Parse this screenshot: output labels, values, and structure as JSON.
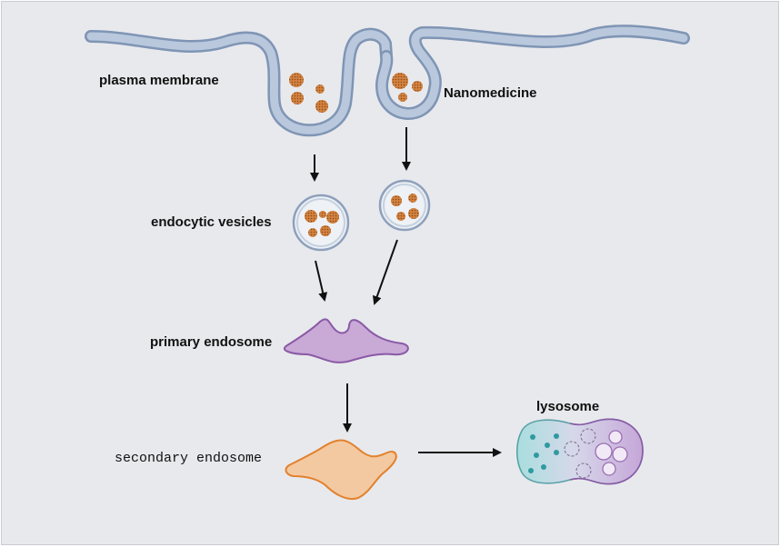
{
  "labels": {
    "plasma_membrane": "plasma membrane",
    "nanomedicine": "Nanomedicine",
    "endocytic_vesicles": "endocytic vesicles",
    "primary_endosome": "primary endosome",
    "secondary_endosome": "secondary endosome",
    "lysosome": "lysosome"
  },
  "colors": {
    "background": "#e8e9ed",
    "membrane_outer": "#7f95b5",
    "membrane_inner": "#b9c8dc",
    "nanoparticle": "#c9773a",
    "primary_endosome_fill": "#c9a9d6",
    "primary_endosome_stroke": "#8a5aa6",
    "secondary_endosome_fill": "#f3c9a2",
    "secondary_endosome_stroke": "#e2822e",
    "lysosome_left": "#a9dede",
    "lysosome_right": "#c9aad9",
    "arrow": "#111111"
  }
}
